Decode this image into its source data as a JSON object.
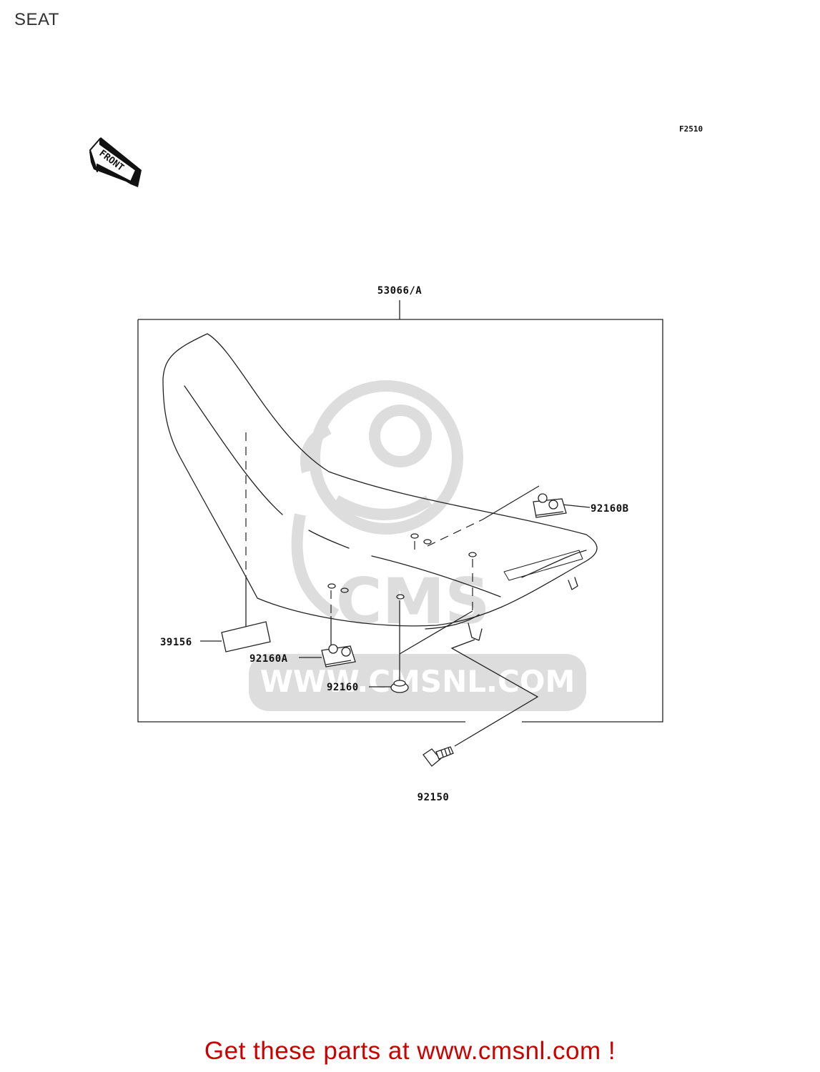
{
  "title": "SEAT",
  "figure_ref": "F2510",
  "front_marker": "FRONT",
  "watermark": {
    "logo_text": "CMS",
    "url_text": "WWW.CMSNL.COM",
    "color": "#d8d8d8"
  },
  "parts": [
    {
      "id": "p-53066a",
      "code": "53066/A"
    },
    {
      "id": "p-92160b",
      "code": "92160B"
    },
    {
      "id": "p-39156",
      "code": "39156"
    },
    {
      "id": "p-92160a",
      "code": "92160A"
    },
    {
      "id": "p-92160",
      "code": "92160"
    },
    {
      "id": "p-92150",
      "code": "92150"
    }
  ],
  "promo": {
    "text": "Get these parts at www.cmsnl.com !",
    "color": "#cc0000"
  },
  "colors": {
    "line": "#222222",
    "title": "#333333"
  }
}
